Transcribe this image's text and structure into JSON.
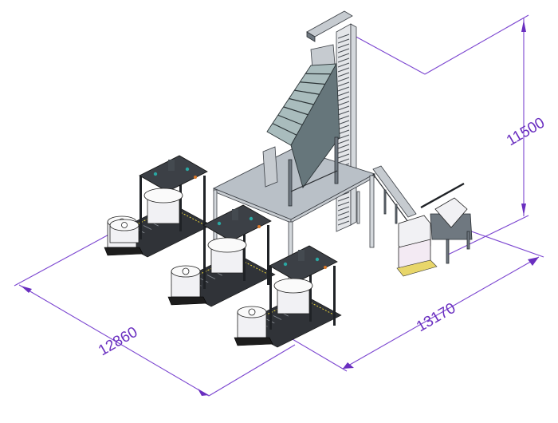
{
  "drawing": {
    "title": "Big bag filling line – isometric layout",
    "units": "mm",
    "line_color": "#7b45d0",
    "text_color": "#6a2fc0"
  },
  "dimensions": {
    "height": {
      "label": "11500",
      "value": 11500,
      "axis": "vertical"
    },
    "width": {
      "label": "13170",
      "value": 13170,
      "axis": "right-diagonal"
    },
    "depth": {
      "label": "12860",
      "value": 12860,
      "axis": "left-diagonal"
    }
  },
  "components": {
    "bucket_elevator": {
      "label": "bucket-elevator"
    },
    "inclined_screen": {
      "label": "inclined-vibrating-screen"
    },
    "mezzanine_platform": {
      "label": "steel-platform"
    },
    "filling_stations": [
      {
        "label": "filling-station-1"
      },
      {
        "label": "filling-station-2"
      },
      {
        "label": "filling-station-3"
      }
    ],
    "belt_conveyor": {
      "label": "inclined-belt-conveyor"
    },
    "discharge_station": {
      "label": "bag-discharge-station"
    },
    "bulk_bags": {
      "count": 7
    }
  }
}
